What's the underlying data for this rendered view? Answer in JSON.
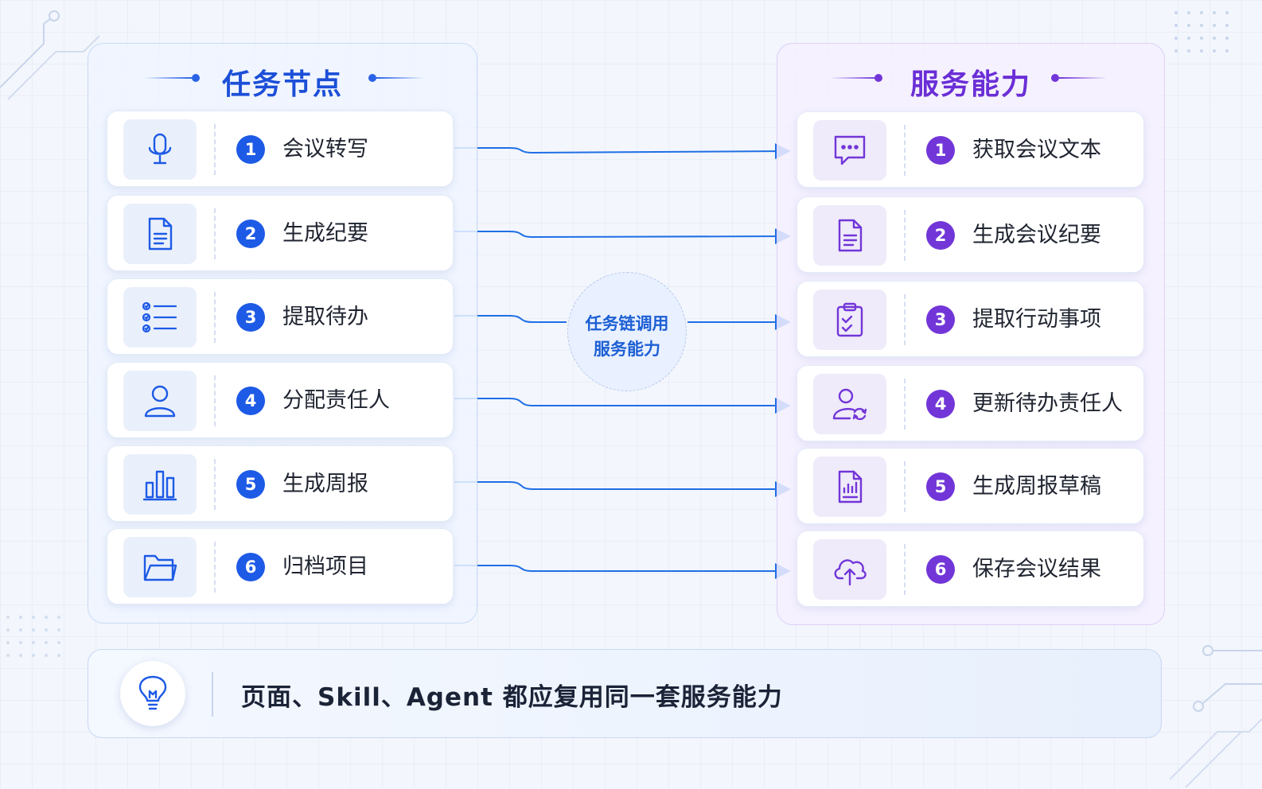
{
  "left_panel": {
    "title": "任务节点",
    "items": [
      {
        "num": "1",
        "label": "会议转写",
        "icon": "microphone-icon"
      },
      {
        "num": "2",
        "label": "生成纪要",
        "icon": "document-icon"
      },
      {
        "num": "3",
        "label": "提取待办",
        "icon": "checklist-icon"
      },
      {
        "num": "4",
        "label": "分配责任人",
        "icon": "user-icon"
      },
      {
        "num": "5",
        "label": "生成周报",
        "icon": "bar-chart-icon"
      },
      {
        "num": "6",
        "label": "归档项目",
        "icon": "folder-icon"
      }
    ]
  },
  "right_panel": {
    "title": "服务能力",
    "items": [
      {
        "num": "1",
        "label": "获取会议文本",
        "icon": "chat-bubble-icon"
      },
      {
        "num": "2",
        "label": "生成会议纪要",
        "icon": "document-icon"
      },
      {
        "num": "3",
        "label": "提取行动事项",
        "icon": "clipboard-check-icon"
      },
      {
        "num": "4",
        "label": "更新待办责任人",
        "icon": "user-sync-icon"
      },
      {
        "num": "5",
        "label": "生成周报草稿",
        "icon": "report-icon"
      },
      {
        "num": "6",
        "label": "保存会议结果",
        "icon": "cloud-upload-icon"
      }
    ]
  },
  "center": {
    "line1": "任务链调用",
    "line2": "服务能力"
  },
  "footer": {
    "text": "页面、Skill、Agent 都应复用同一套服务能力",
    "icon": "lightbulb-icon"
  },
  "colors": {
    "primary_blue": "#1d5ae6",
    "primary_purple": "#7236d8",
    "connector": "#1f6fe6"
  }
}
